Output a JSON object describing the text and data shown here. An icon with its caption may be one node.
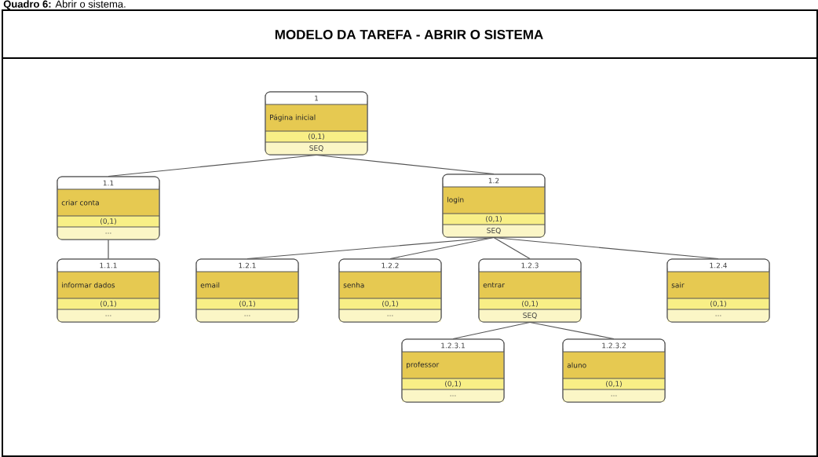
{
  "diagram": {
    "caption": "**Quadro 6:** Abrir o sistema.",
    "title": "MODELO DA TAREFA - ABRIR O SISTEMA",
    "nodes": [
      {
        "text": [
          "1",
          "Página inicial",
          "(0,1)",
          "SEQ"
        ]
      },
      {
        "text": [
          "1.1",
          "criar conta",
          "(0,1)",
          "..."
        ]
      },
      {
        "text": [
          "1.2",
          "login",
          "(0,1)",
          "SEQ"
        ]
      },
      {
        "text": [
          "1.1.1",
          "informar dados",
          "(0,1)",
          "..."
        ]
      },
      {
        "text": [
          "1.2.1",
          "email",
          "(0,1)",
          "..."
        ]
      },
      {
        "text": [
          "1.2.2",
          "senha",
          "(0,1)",
          "..."
        ]
      },
      {
        "text": [
          "1.2.3",
          "entrar",
          "(0,1)",
          "SEQ"
        ]
      },
      {
        "text": [
          "1.2.4",
          "sair",
          "(0,1)",
          "..."
        ]
      },
      {
        "text": [
          "1.2.3.1",
          "professor",
          "(0,1)",
          "..."
        ]
      },
      {
        "text": [
          "1.2.3.2",
          "aluno",
          "(0,1)",
          "..."
        ]
      }
    ],
    "edges": [
      {
        "from": 0,
        "to": 1,
        "arrow": "none"
      },
      {
        "from": 0,
        "to": 2,
        "arrow": "none"
      },
      {
        "from": 1,
        "to": 3,
        "arrow": "none"
      },
      {
        "from": 2,
        "to": 4,
        "arrow": "none"
      },
      {
        "from": 2,
        "to": 5,
        "arrow": "none"
      },
      {
        "from": 2,
        "to": 6,
        "arrow": "none"
      },
      {
        "from": 2,
        "to": 7,
        "arrow": "none"
      },
      {
        "from": 6,
        "to": 8,
        "arrow": "none"
      },
      {
        "from": 6,
        "to": 9,
        "arrow": "none"
      }
    ]
  }
}
